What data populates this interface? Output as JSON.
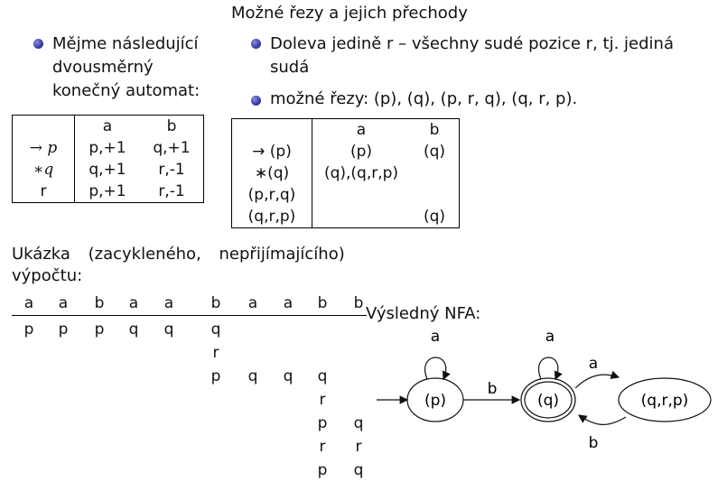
{
  "title": "Možné řezy a jejich přechody",
  "left_bullet": [
    "Mějme následující",
    "dvousměrný",
    "konečný automat:"
  ],
  "right_bullet1": [
    "Doleva jedině r – všechny sudé pozice r, tj. jediná",
    "sudá"
  ],
  "right_bullet2": "možné řezy: (p), (q), (p, r, q), (q, r, p).",
  "automaton_table": {
    "headers": [
      "",
      "a",
      "b"
    ],
    "rows": [
      [
        "→ p",
        "p,+1",
        "q,+1"
      ],
      [
        "∗q",
        "q,+1",
        "r,-1"
      ],
      [
        "r",
        "p,+1",
        "r,-1"
      ]
    ]
  },
  "cut_table": {
    "headers": [
      "",
      "a",
      "b"
    ],
    "rows": [
      [
        "→ (p)",
        "(p)",
        "(q)"
      ],
      [
        "∗(q)",
        "(q),(q,r,p)",
        ""
      ],
      [
        "(p,r,q)",
        "",
        ""
      ],
      [
        "(q,r,p)",
        "",
        "(q)"
      ]
    ]
  },
  "example_label": [
    "Ukázka (zacykleného, nepřijímajícího)",
    "výpočtu:"
  ],
  "input_word": [
    "a",
    "a",
    "b",
    "a",
    "a",
    "b",
    "a",
    "a",
    "b",
    "b"
  ],
  "computation_rows": [
    [
      "p",
      "p",
      "p",
      "q",
      "q",
      "q",
      "",
      "",
      "",
      ""
    ],
    [
      "",
      "",
      "",
      "",
      "",
      "r",
      "",
      "",
      "",
      ""
    ],
    [
      "",
      "",
      "",
      "",
      "",
      "p",
      "q",
      "q",
      "q",
      ""
    ],
    [
      "",
      "",
      "",
      "",
      "",
      "",
      "",
      "",
      "r",
      ""
    ],
    [
      "",
      "",
      "",
      "",
      "",
      "",
      "",
      "",
      "p",
      "q"
    ],
    [
      "",
      "",
      "",
      "",
      "",
      "",
      "",
      "",
      "r",
      "r"
    ],
    [
      "",
      "",
      "",
      "",
      "",
      "",
      "",
      "",
      "p",
      "q"
    ]
  ],
  "nfa": {
    "label": "Výsledný NFA:",
    "states": [
      "(p)",
      "(q)",
      "(q,r,p)"
    ],
    "edges": [
      "a",
      "a",
      "b",
      "a",
      "b"
    ]
  }
}
